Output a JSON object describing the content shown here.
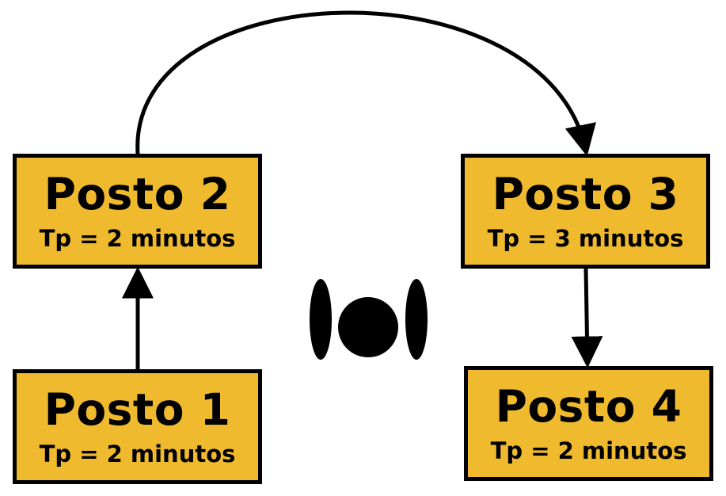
{
  "colors": {
    "box_fill": "#F0BA2E",
    "box_border": "#000000",
    "line": "#000000"
  },
  "stations": [
    {
      "name": "Posto 1",
      "tp": "Tp = 2 minutos"
    },
    {
      "name": "Posto 2",
      "tp": "Tp = 2 minutos"
    },
    {
      "name": "Posto 3",
      "tp": "Tp = 3 minutos"
    },
    {
      "name": "Posto 4",
      "tp": "Tp = 2 minutos"
    }
  ],
  "flow": [
    {
      "from": "Posto 1",
      "to": "Posto 2"
    },
    {
      "from": "Posto 2",
      "to": "Posto 3"
    },
    {
      "from": "Posto 3",
      "to": "Posto 4"
    }
  ],
  "operator_icon": "operator-topview-icon"
}
